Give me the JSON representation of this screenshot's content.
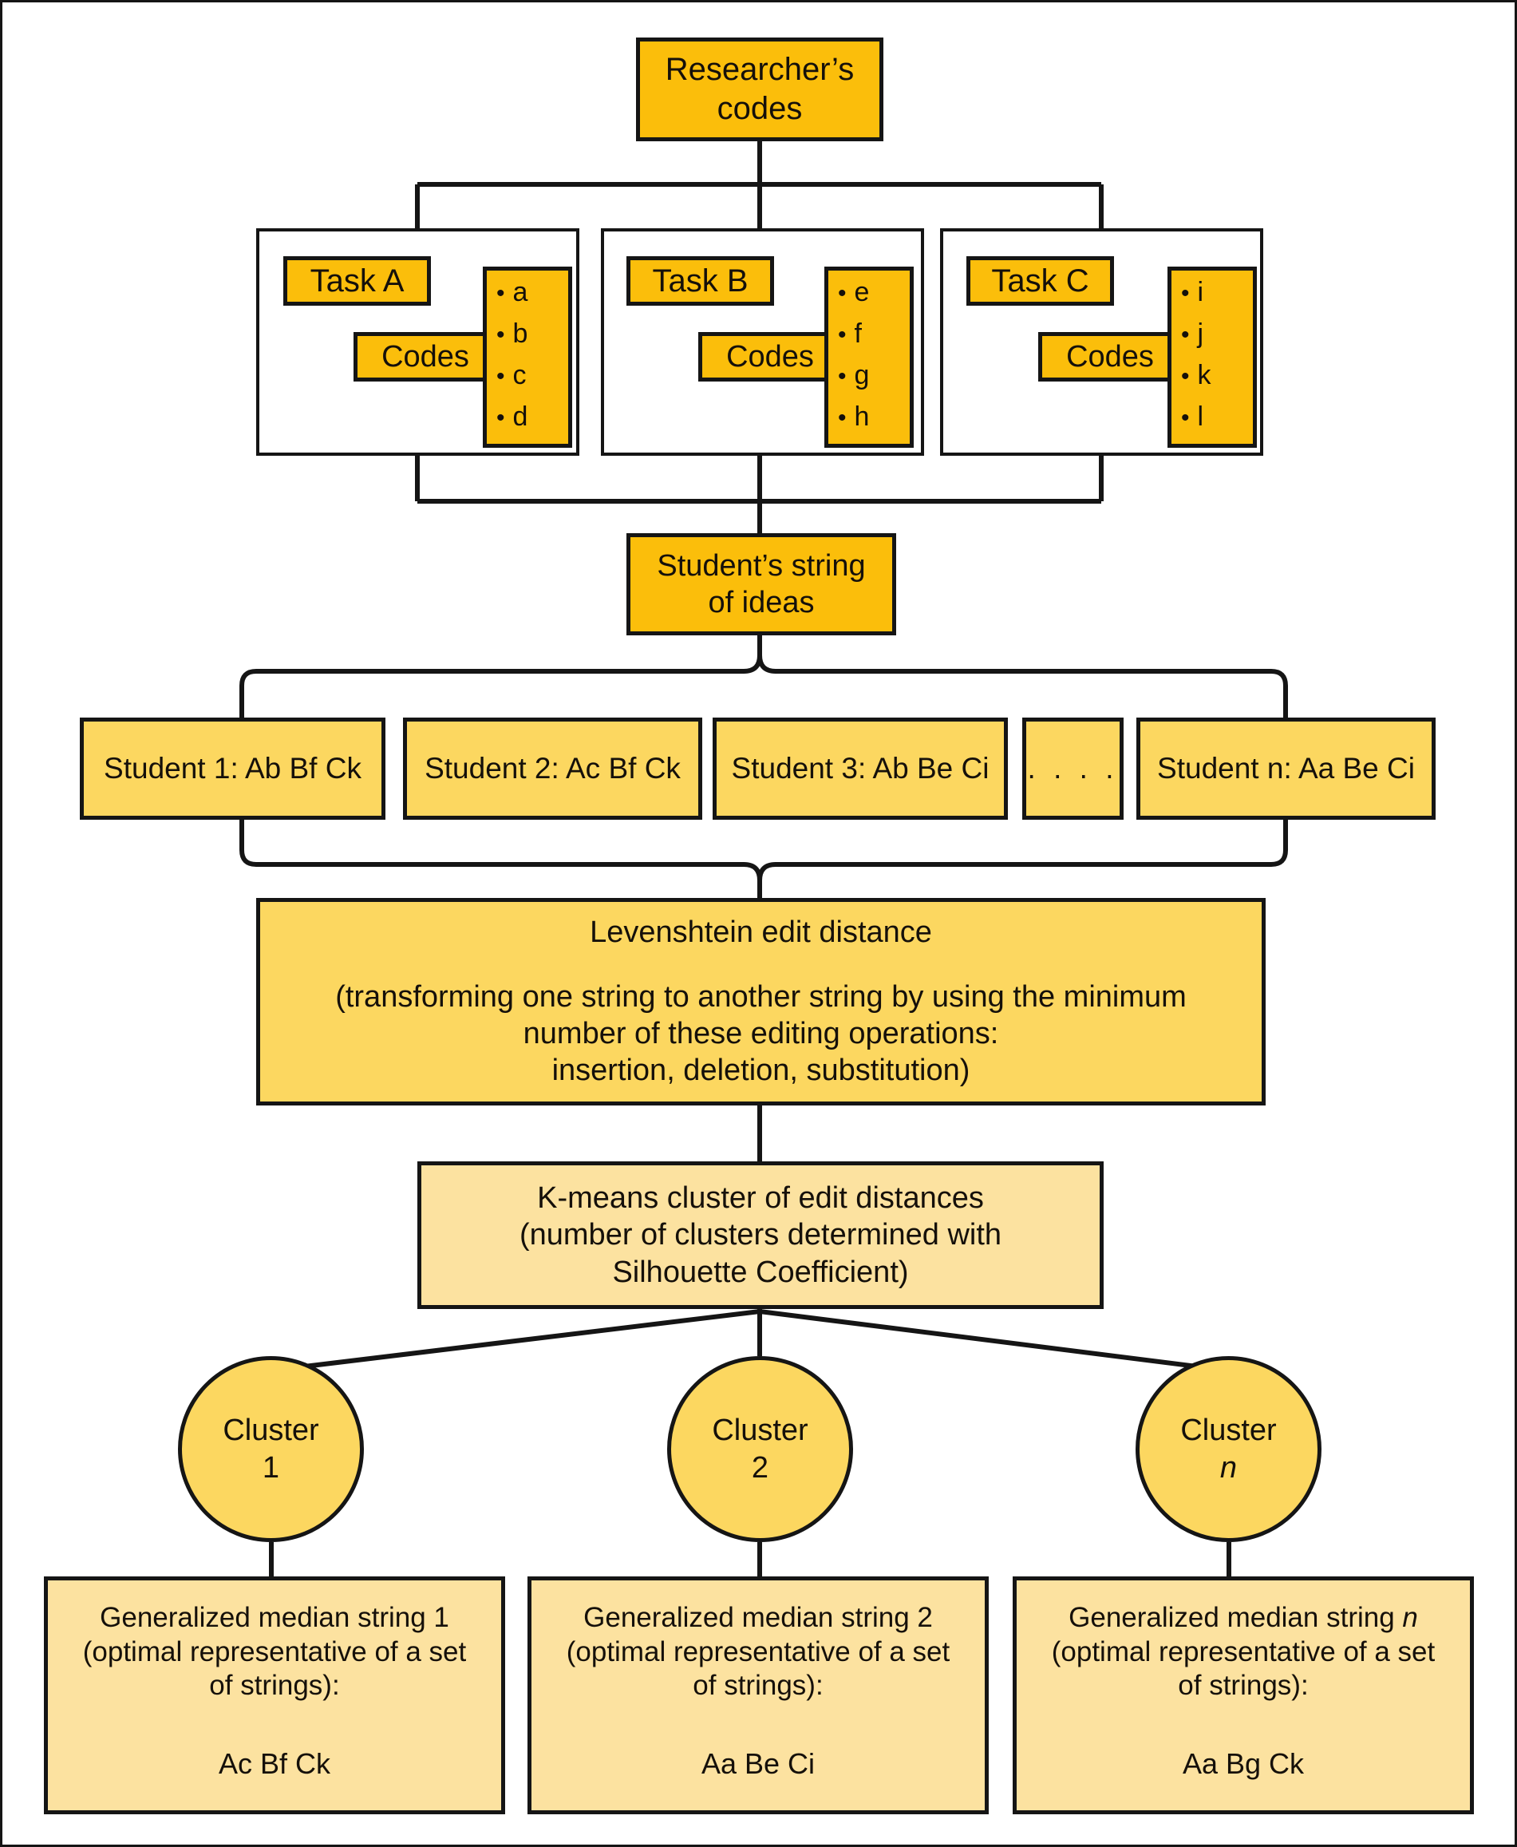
{
  "diagram": {
    "title": "Researcher's codes to generalized median strings workflow",
    "colors": {
      "amber": "#FBBE0B",
      "gold": "#FCD760",
      "cream": "#FCE2A0",
      "outline": "#151515",
      "background": "#FFFFFF"
    }
  },
  "top": {
    "researcher_codes": "Researcher’s\ncodes"
  },
  "tasks": [
    {
      "label": "Task  A",
      "codes_label": "Codes",
      "codes": [
        "a",
        "b",
        "c",
        "d"
      ]
    },
    {
      "label": "Task  B",
      "codes_label": "Codes",
      "codes": [
        "e",
        "f",
        "g",
        "h"
      ]
    },
    {
      "label": "Task  C",
      "codes_label": "Codes",
      "codes": [
        "i",
        "j",
        "k",
        "l"
      ]
    }
  ],
  "student_string": {
    "line1": "Student’s string",
    "line2": "of ideas"
  },
  "students": [
    {
      "name": "student-1",
      "label": "Student 1: Ab Bf Ck"
    },
    {
      "name": "student-2",
      "label": "Student 2: Ac Bf Ck"
    },
    {
      "name": "student-3",
      "label": "Student 3: Ab Be Ci"
    },
    {
      "name": "student-ellipsis",
      "label": ". . . ."
    },
    {
      "name": "student-n",
      "label": "Student n: Aa Be Ci"
    }
  ],
  "levenshtein": {
    "title": "Levenshtein edit distance",
    "line1": "(transforming one string to another string by using the minimum",
    "line2": "number of these editing operations:",
    "line3": "insertion,  deletion,  substitution)"
  },
  "kmeans": {
    "line1": "K-means cluster of edit distances",
    "line2": "(number of clusters determined with",
    "line3": "Silhouette Coefficient)"
  },
  "clusters": [
    {
      "word": "Cluster",
      "index": "1",
      "italic": false
    },
    {
      "word": "Cluster",
      "index": "2",
      "italic": false
    },
    {
      "word": "Cluster",
      "index": "n",
      "italic": true
    }
  ],
  "median_strings": [
    {
      "heading_prefix": "Generalized median string ",
      "heading_index": "1",
      "italic_index": false,
      "line2": "(optimal representative of a set",
      "line3": "of strings):",
      "value": "Ac Bf Ck"
    },
    {
      "heading_prefix": "Generalized median string ",
      "heading_index": "2",
      "italic_index": false,
      "line2": "(optimal representative of a set",
      "line3": "of strings):",
      "value": "Aa Be Ci"
    },
    {
      "heading_prefix": "Generalized median string ",
      "heading_index": "n",
      "italic_index": true,
      "line2": "(optimal representative of a set",
      "line3": "of strings):",
      "value": "Aa Bg Ck"
    }
  ]
}
